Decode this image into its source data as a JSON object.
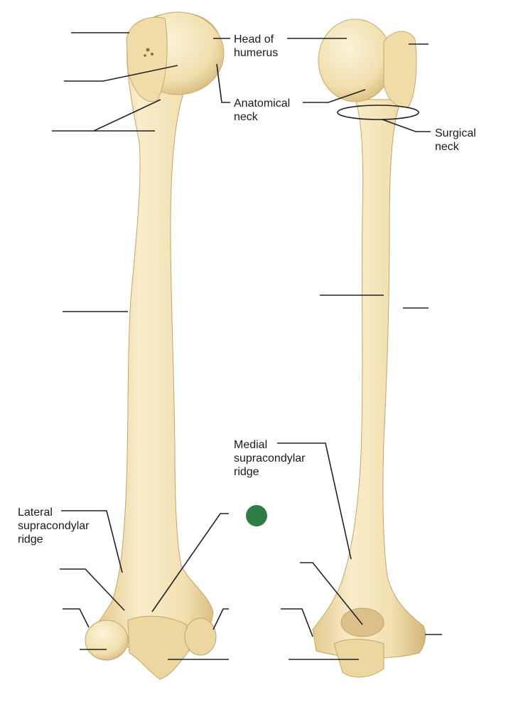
{
  "labels": {
    "head_of_humerus": "Head of\nhumerus",
    "anatomical_neck": "Anatomical\nneck",
    "surgical_neck": "Surgical\nneck",
    "medial_supracondylar_ridge": "Medial\nsupracondylar\nridge",
    "lateral_supracondylar_ridge": "Lateral\nsupracondylar\nridge"
  },
  "colors": {
    "bone_light": "#f7ebc6",
    "bone_mid": "#ecd7a0",
    "bone_shadow": "#c9a96a",
    "leader_line": "#222222",
    "marker": "#2e7d46"
  }
}
